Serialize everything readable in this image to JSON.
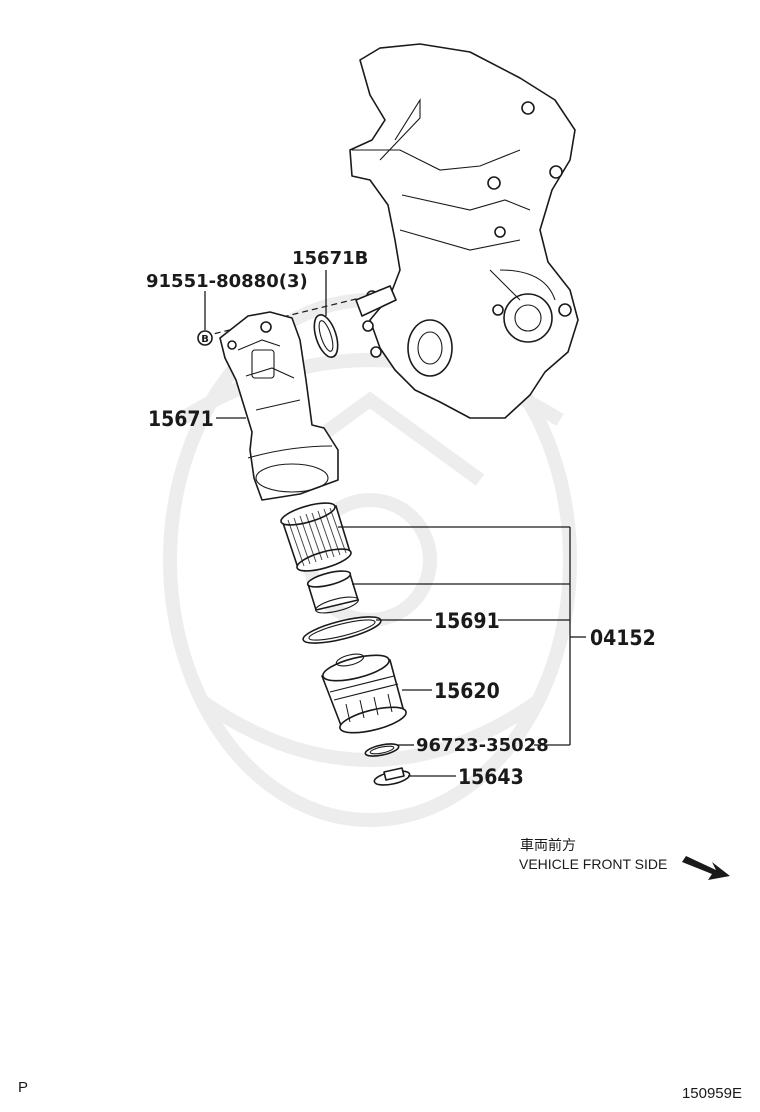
{
  "labels": {
    "bolt": "91551-80880(3)",
    "bolt_marker": "B",
    "oring_upper": "15671B",
    "bracket": "15671",
    "gasket": "15691",
    "filter_kit": "04152",
    "cap": "15620",
    "oring_lower": "96723-35028",
    "drain_plug": "15643"
  },
  "direction": {
    "japanese": "車両前方",
    "english": "VEHICLE FRONT SIDE"
  },
  "footer": {
    "left_code": "P",
    "figure_id": "150959E"
  }
}
